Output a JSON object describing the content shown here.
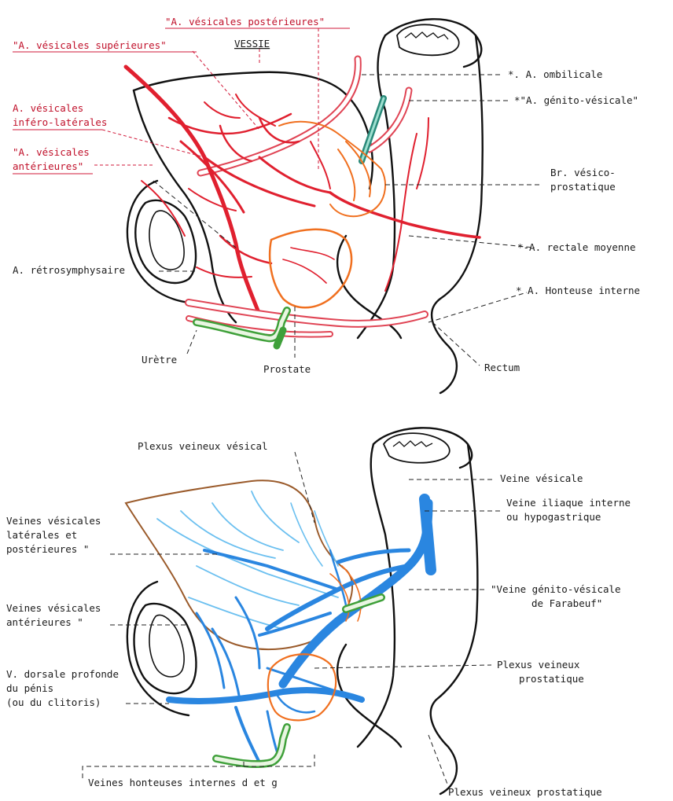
{
  "top": {
    "labels": {
      "vesicales_posterieures": "\"A. vésicales postérieures\"",
      "vesicales_superieures": "\"A. vésicales supérieures\"",
      "vessie": "VESSIE",
      "vesicales_infero_1": "A. vésicales",
      "vesicales_infero_2": "inféro-latérales",
      "vesicales_ant_1": "\"A. vésicales",
      "vesicales_ant_2": "antérieures\"",
      "ombilicale": "*. A. ombilicale",
      "genito_vesicale": "*\"A. génito-vésicale\"",
      "br_vesico_1": "Br. vésico-",
      "br_vesico_2": "prostatique",
      "rectale": "*-A. rectale moyenne",
      "retrosymphysaire": "A. rétrosymphysaire",
      "honteuse": "* A. Honteuse interne",
      "uretre": "Urètre",
      "prostate": "Prostate",
      "rectum": "Rectum"
    }
  },
  "bottom": {
    "labels": {
      "plexus_vesical": "Plexus veineux vésical",
      "veine_vesicale": "Veine vésicale",
      "iliaque_1": "Veine iliaque interne",
      "iliaque_2": "ou hypogastrique",
      "lat_post_1": "Veines vésicales",
      "lat_post_2": "latérales et",
      "lat_post_3": "postérieures \"",
      "genito_farabeuf_1": "\"Veine génito-vésicale",
      "genito_farabeuf_2": "de Farabeuf\"",
      "ant_1": "Veines vésicales",
      "ant_2": "antérieures \"",
      "plexus_prost_1": "Plexus veineux",
      "plexus_prost_2": "prostatique",
      "dorsale_1": "V. dorsale profonde",
      "dorsale_2": "du pénis",
      "dorsale_3": "(ou du clitoris)",
      "honteuses": "Veines honteuses internes d et g",
      "plexus_prost_bottom": "Plexus veineux prostatique"
    }
  },
  "colors": {
    "artery": "#e0202f",
    "vein": "#2a86e0",
    "prostate": "#f07020",
    "urethra": "#3fa03a",
    "bladder_outline_bottom": "#9a5a2a"
  }
}
